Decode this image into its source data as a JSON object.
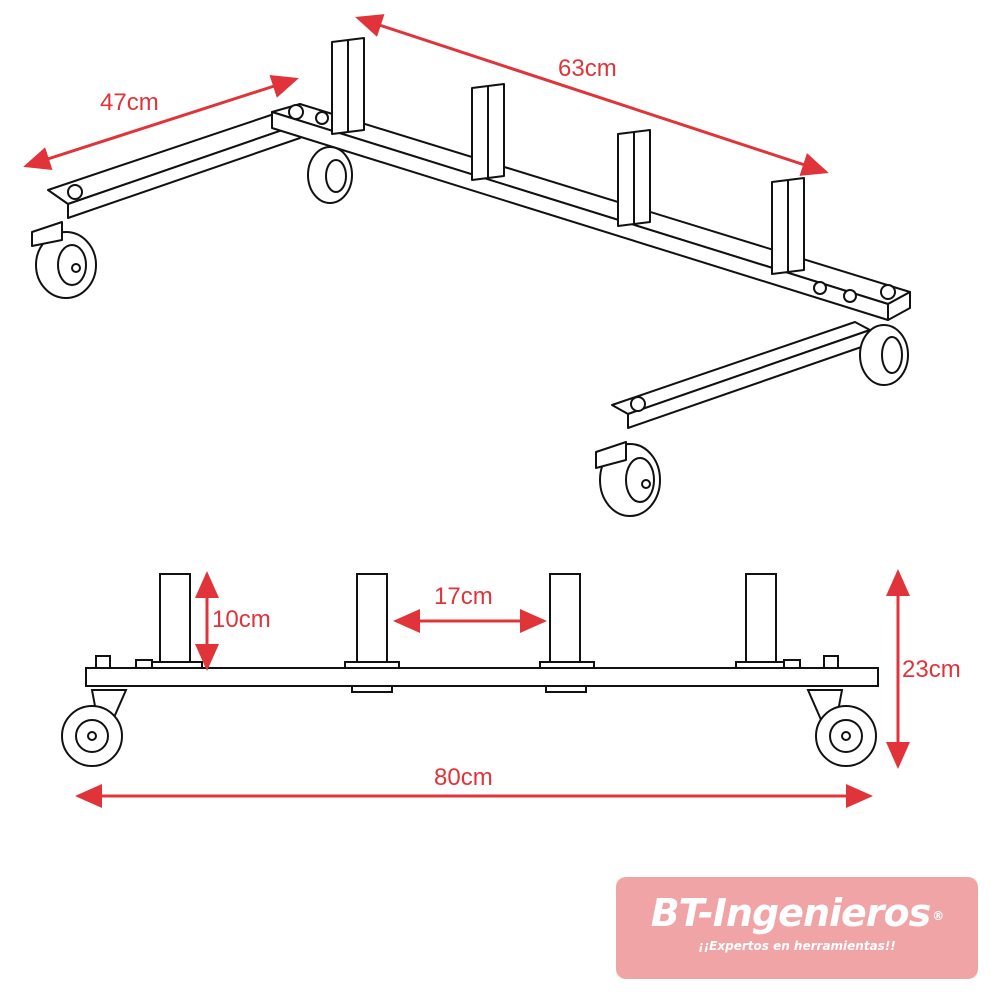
{
  "diagram": {
    "subject": "Wheeled weight-plate storage rack with 4 posts",
    "views": [
      "isometric",
      "front"
    ],
    "dimensions": {
      "depth": "47cm",
      "post_span": "63cm",
      "post_height": "10cm",
      "post_spacing": "17cm",
      "total_height": "23cm",
      "total_width": "80cm"
    },
    "colors": {
      "dimension": "#e0343a",
      "line": "#111111",
      "logo_bg": "#f0a4a6"
    }
  },
  "logo": {
    "title": "BT-Ingenieros",
    "registered": "®",
    "subtitle": "¡¡Expertos en herramientas!!"
  }
}
